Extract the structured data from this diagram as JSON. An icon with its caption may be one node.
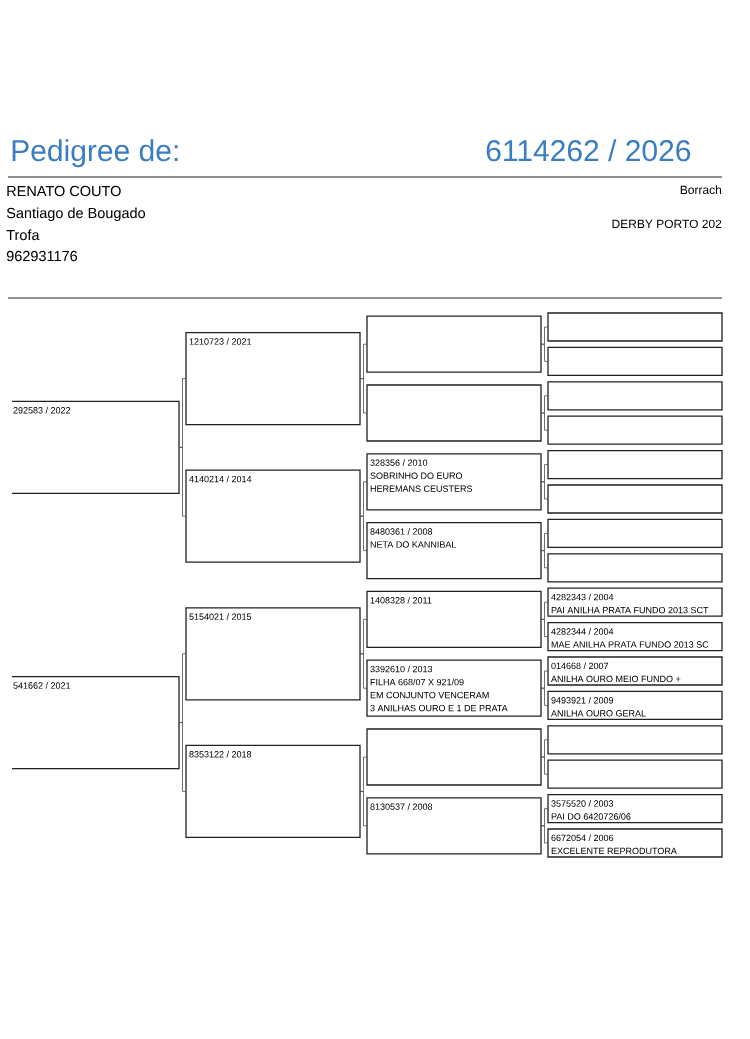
{
  "diagram": {
    "title": "Pedigree de:",
    "nodes": [
      {
        "text": [
          "292583 / 2022"
        ]
      },
      {
        "text": [
          "541662 / 2021"
        ]
      },
      {
        "text": [
          "1210723 / 2021"
        ]
      },
      {
        "text": [
          "4140214 / 2014"
        ]
      },
      {
        "text": [
          "5154021 / 2015"
        ]
      },
      {
        "text": [
          "8353122 / 2018"
        ]
      },
      {
        "text": [],
        "shape": "box"
      },
      {
        "text": [],
        "shape": "box"
      },
      {
        "text": [
          "328356 / 2010",
          "SOBRINHO DO EURO",
          "HEREMANS CEUSTERS"
        ]
      },
      {
        "text": [
          "8480361 / 2008",
          "NETA DO KANNIBAL"
        ]
      },
      {
        "text": [
          "1408328 / 2011"
        ]
      },
      {
        "text": [
          "3392610 / 2013",
          "FILHA 668/07 X 921/09",
          "EM CONJUNTO VENCERAM",
          "3 ANILHAS OURO E 1 DE PRATA"
        ]
      },
      {
        "text": [],
        "shape": "box"
      },
      {
        "text": [
          "8130537 / 2008"
        ]
      },
      {
        "text": [],
        "shape": "box"
      },
      {
        "text": [],
        "shape": "box"
      },
      {
        "text": [],
        "shape": "box"
      },
      {
        "text": [],
        "shape": "box"
      },
      {
        "text": [],
        "shape": "box"
      },
      {
        "text": [],
        "shape": "box"
      },
      {
        "text": [],
        "shape": "box"
      },
      {
        "text": [],
        "shape": "box"
      },
      {
        "text": [
          "4282343 / 2004",
          "PAI ANILHA PRATA FUNDO 2013 SCT"
        ]
      },
      {
        "text": [
          "4282344 / 2004",
          "MAE ANILHA PRATA FUNDO 2013 SC"
        ]
      },
      {
        "text": [
          "014668 / 2007",
          "ANILHA OURO MEIO FUNDO +"
        ]
      },
      {
        "text": [
          "9493921 / 2009",
          "ANILHA OURO GERAL"
        ]
      },
      {
        "text": [],
        "shape": "box"
      },
      {
        "text": [],
        "shape": "box"
      },
      {
        "text": [
          "3575520 / 2003",
          "PAI DO 6420726/06"
        ]
      },
      {
        "text": [
          "6672054 / 2006",
          "EXCELENTE REPRODUTORA"
        ]
      }
    ],
    "edges": [
      {
        "from": 0,
        "to": 2,
        "arrow": "none"
      },
      {
        "from": 0,
        "to": 3,
        "arrow": "none"
      },
      {
        "from": 1,
        "to": 4,
        "arrow": "none"
      },
      {
        "from": 1,
        "to": 5,
        "arrow": "none"
      },
      {
        "from": 2,
        "to": 6,
        "arrow": "none"
      },
      {
        "from": 2,
        "to": 7,
        "arrow": "none"
      },
      {
        "from": 3,
        "to": 8,
        "arrow": "none"
      },
      {
        "from": 3,
        "to": 9,
        "arrow": "none"
      },
      {
        "from": 4,
        "to": 10,
        "arrow": "none"
      },
      {
        "from": 4,
        "to": 11,
        "arrow": "none"
      },
      {
        "from": 5,
        "to": 12,
        "arrow": "none"
      },
      {
        "from": 5,
        "to": 13,
        "arrow": "none"
      },
      {
        "from": 6,
        "to": 14,
        "arrow": "none"
      },
      {
        "from": 6,
        "to": 15,
        "arrow": "none"
      },
      {
        "from": 7,
        "to": 16,
        "arrow": "none"
      },
      {
        "from": 7,
        "to": 17,
        "arrow": "none"
      },
      {
        "from": 8,
        "to": 18,
        "arrow": "none"
      },
      {
        "from": 8,
        "to": 19,
        "arrow": "none"
      },
      {
        "from": 9,
        "to": 20,
        "arrow": "none"
      },
      {
        "from": 9,
        "to": 21,
        "arrow": "none"
      },
      {
        "from": 10,
        "to": 22,
        "arrow": "none"
      },
      {
        "from": 10,
        "to": 23,
        "arrow": "none"
      },
      {
        "from": 11,
        "to": 24,
        "arrow": "none"
      },
      {
        "from": 11,
        "to": 25,
        "arrow": "none"
      },
      {
        "from": 12,
        "to": 26,
        "arrow": "none"
      },
      {
        "from": 12,
        "to": 27,
        "arrow": "none"
      },
      {
        "from": 13,
        "to": 28,
        "arrow": "none"
      },
      {
        "from": 13,
        "to": 29,
        "arrow": "none"
      }
    ],
    "labels": [
      "6114262 / 2026",
      "RENATO COUTO",
      "Borrach",
      "Santiago de Bougado",
      "DERBY PORTO 202",
      "Trofa",
      "962931176"
    ]
  }
}
